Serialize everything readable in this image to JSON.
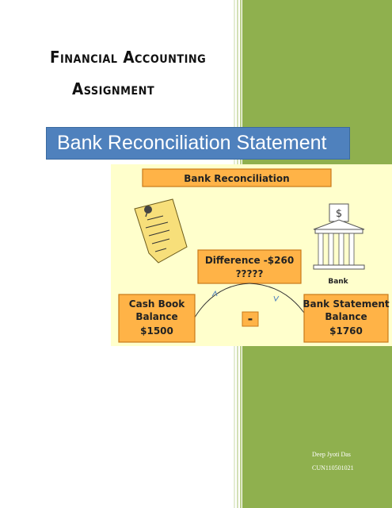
{
  "cover": {
    "title_line1": "Financial Accounting",
    "title_line2": "Assignment",
    "banner": "Bank Reconciliation Statement",
    "author": "Deep Jyoti Das",
    "author_id": "CUN110501021"
  },
  "diagram": {
    "header": "Bank Reconciliation",
    "difference_line1": "Difference -$260",
    "difference_line2": "?????",
    "bank_label": "Bank",
    "bank_symbol": "$",
    "cashbook_line1": "Cash Book",
    "cashbook_line2": "Balance",
    "cashbook_value": "$1500",
    "statement_line1": "Bank Statement",
    "statement_line2": "Balance",
    "statement_value": "$1760",
    "operator": "-",
    "colors": {
      "box_fill": "#ffb347",
      "box_stroke": "#c87a1a",
      "background": "#ffffcc",
      "note": "#f7df7a"
    },
    "icons": [
      "sticky-note-icon",
      "bank-building-icon",
      "pin-icon"
    ]
  }
}
